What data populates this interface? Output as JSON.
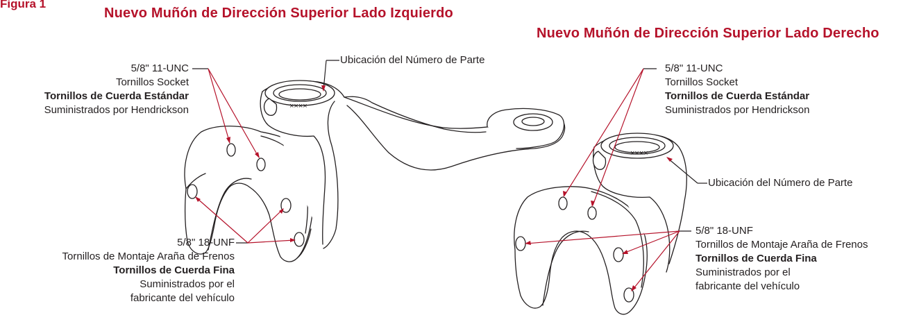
{
  "figure_label": "Figura 1",
  "left_title": "Nuevo Muñón de Dirección Superior Lado Izquierdo",
  "right_title": "Nuevo Muñón de Dirección Superior Lado Derecho",
  "left_part_number_location": "Ubicación del Número de Parte",
  "right_part_number_location": "Ubicación del Número de Parte",
  "part_marking": "××××",
  "left_socket_callout": {
    "size": "5/8\" 11-UNC",
    "line2": "Tornillos Socket",
    "line3": "Tornillos de Cuerda Estándar",
    "line4": "Suministrados por Hendrickson"
  },
  "right_socket_callout": {
    "size": "5/8\" 11-UNC",
    "line2": "Tornillos Socket",
    "line3": "Tornillos de Cuerda Estándar",
    "line4": "Suministrados por Hendrickson"
  },
  "left_brake_callout": {
    "size": "5/8\" 18-UNF",
    "line2": "Tornillos de Montaje Araña de Frenos",
    "line3": "Tornillos de Cuerda Fina",
    "line4": "Suministrados por el",
    "line5": "fabricante del vehículo"
  },
  "right_brake_callout": {
    "size": "5/8\" 18-UNF",
    "line2": "Tornillos de Montaje Araña de Frenos",
    "line3": "Tornillos de Cuerda Fina",
    "line4": "Suministrados por el",
    "line5": "fabricante del vehículo"
  },
  "colors": {
    "accent": "#b5122a",
    "text": "#231f20",
    "outline": "#231f20"
  }
}
